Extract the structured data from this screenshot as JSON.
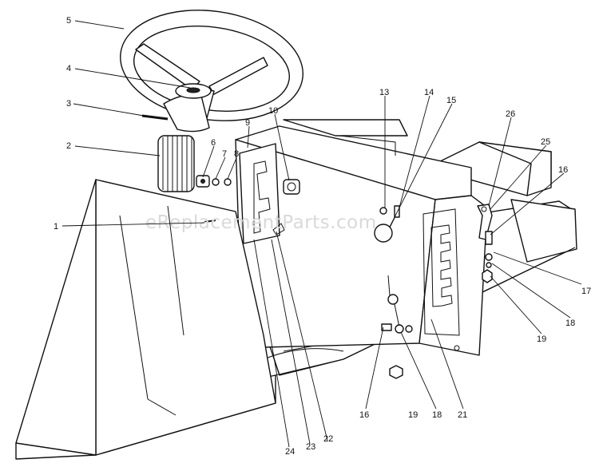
{
  "watermark": "eReplacementParts.com",
  "callouts": [
    {
      "id": "c1",
      "label": "1"
    },
    {
      "id": "c2",
      "label": "2"
    },
    {
      "id": "c3",
      "label": "3"
    },
    {
      "id": "c4",
      "label": "4"
    },
    {
      "id": "c5",
      "label": "5"
    },
    {
      "id": "c6",
      "label": "6"
    },
    {
      "id": "c7",
      "label": "7"
    },
    {
      "id": "c8",
      "label": "8"
    },
    {
      "id": "c9",
      "label": "9"
    },
    {
      "id": "c10",
      "label": "10"
    },
    {
      "id": "c13",
      "label": "13"
    },
    {
      "id": "c14",
      "label": "14"
    },
    {
      "id": "c15",
      "label": "15"
    },
    {
      "id": "c16a",
      "label": "16"
    },
    {
      "id": "c16b",
      "label": "16"
    },
    {
      "id": "c17",
      "label": "17"
    },
    {
      "id": "c18a",
      "label": "18"
    },
    {
      "id": "c18b",
      "label": "18"
    },
    {
      "id": "c19a",
      "label": "19"
    },
    {
      "id": "c19b",
      "label": "19"
    },
    {
      "id": "c21",
      "label": "21"
    },
    {
      "id": "c22",
      "label": "22"
    },
    {
      "id": "c23",
      "label": "23"
    },
    {
      "id": "c24",
      "label": "24"
    },
    {
      "id": "c25",
      "label": "25"
    },
    {
      "id": "c26",
      "label": "26"
    }
  ]
}
